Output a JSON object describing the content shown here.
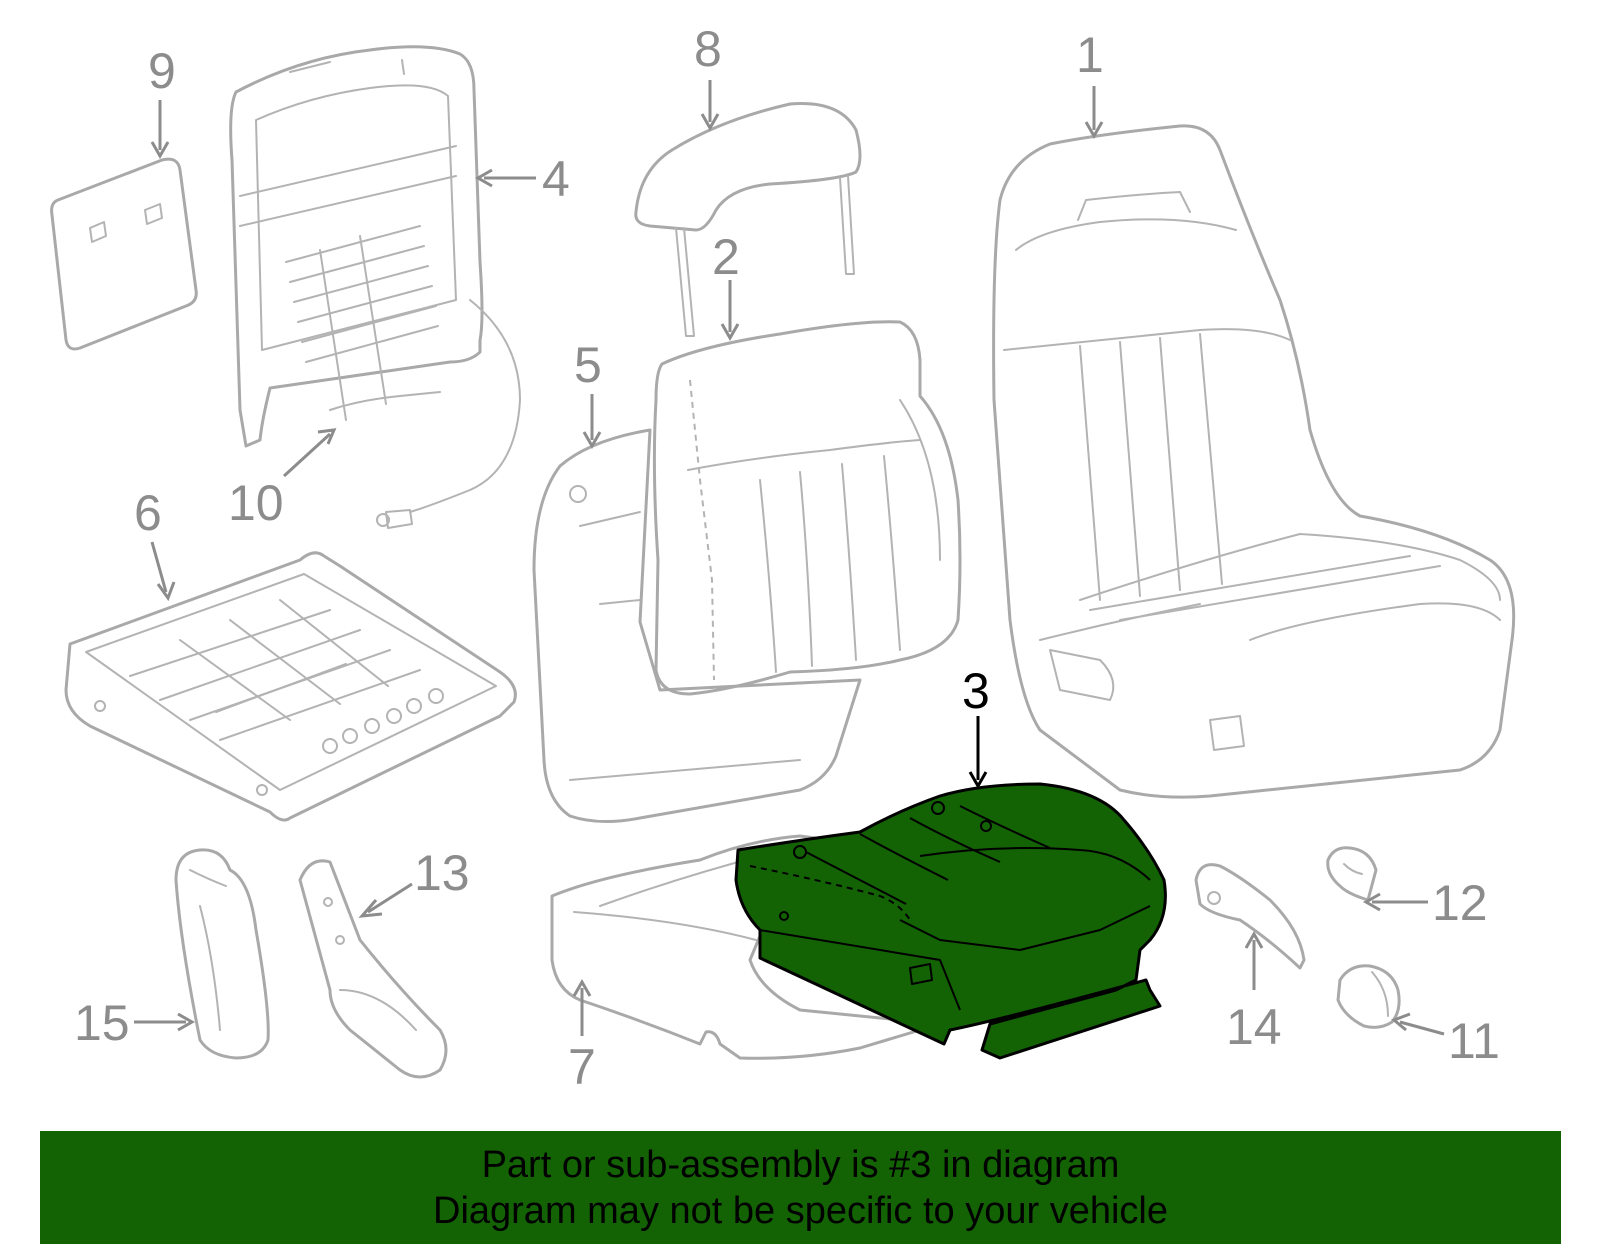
{
  "callouts": {
    "c1": "1",
    "c2": "2",
    "c3": "3",
    "c4": "4",
    "c5": "5",
    "c6": "6",
    "c7": "7",
    "c8": "8",
    "c9": "9",
    "c10": "10",
    "c11": "11",
    "c12": "12",
    "c13": "13",
    "c14": "14",
    "c15": "15"
  },
  "highlighted_part": "3",
  "colors": {
    "highlight": "#136305",
    "outline": "#a9a9a9",
    "banner": "#136305"
  },
  "banner": {
    "line1": "Part or sub-assembly is #3 in diagram",
    "line2": "Diagram may not be specific to your vehicle"
  }
}
